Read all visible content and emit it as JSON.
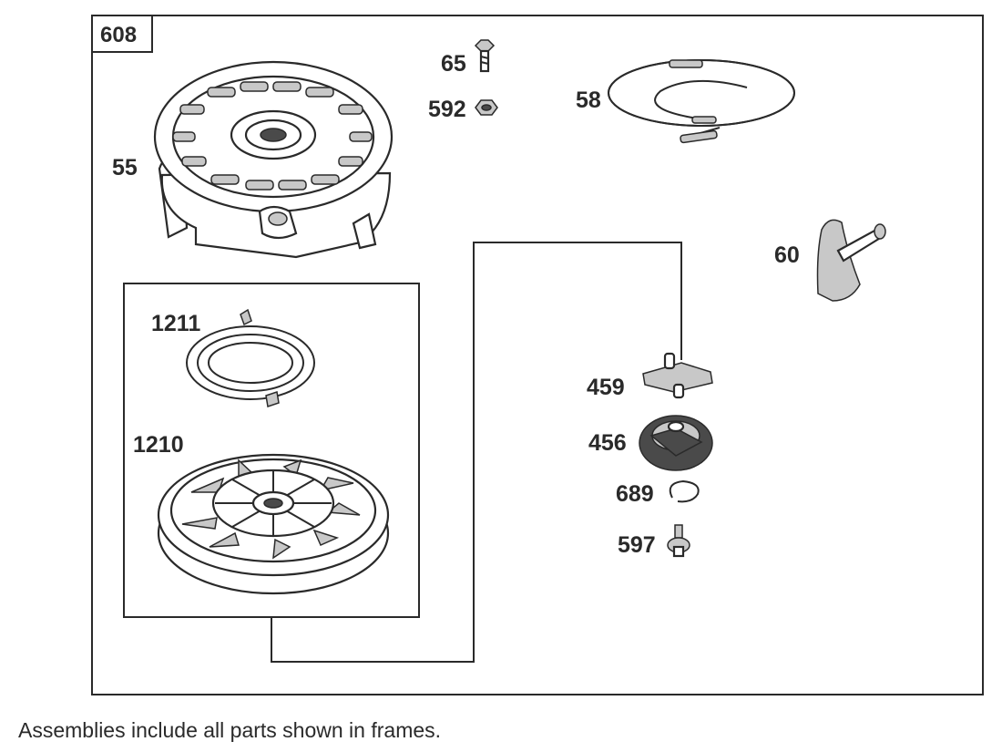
{
  "frame": {
    "id": "608"
  },
  "parts": [
    {
      "number": "55",
      "name": "blower housing"
    },
    {
      "number": "65",
      "name": "screw"
    },
    {
      "number": "592",
      "name": "nut"
    },
    {
      "number": "58",
      "name": "starter rope"
    },
    {
      "number": "60",
      "name": "starter handle"
    },
    {
      "number": "1211",
      "name": "rewind spring"
    },
    {
      "number": "1210",
      "name": "starter pulley"
    },
    {
      "number": "459",
      "name": "ratchet"
    },
    {
      "number": "456",
      "name": "ratchet cover"
    },
    {
      "number": "689",
      "name": "retainer clip"
    },
    {
      "number": "597",
      "name": "center screw"
    }
  ],
  "footer": {
    "caption": "Assemblies include all parts shown in frames."
  }
}
